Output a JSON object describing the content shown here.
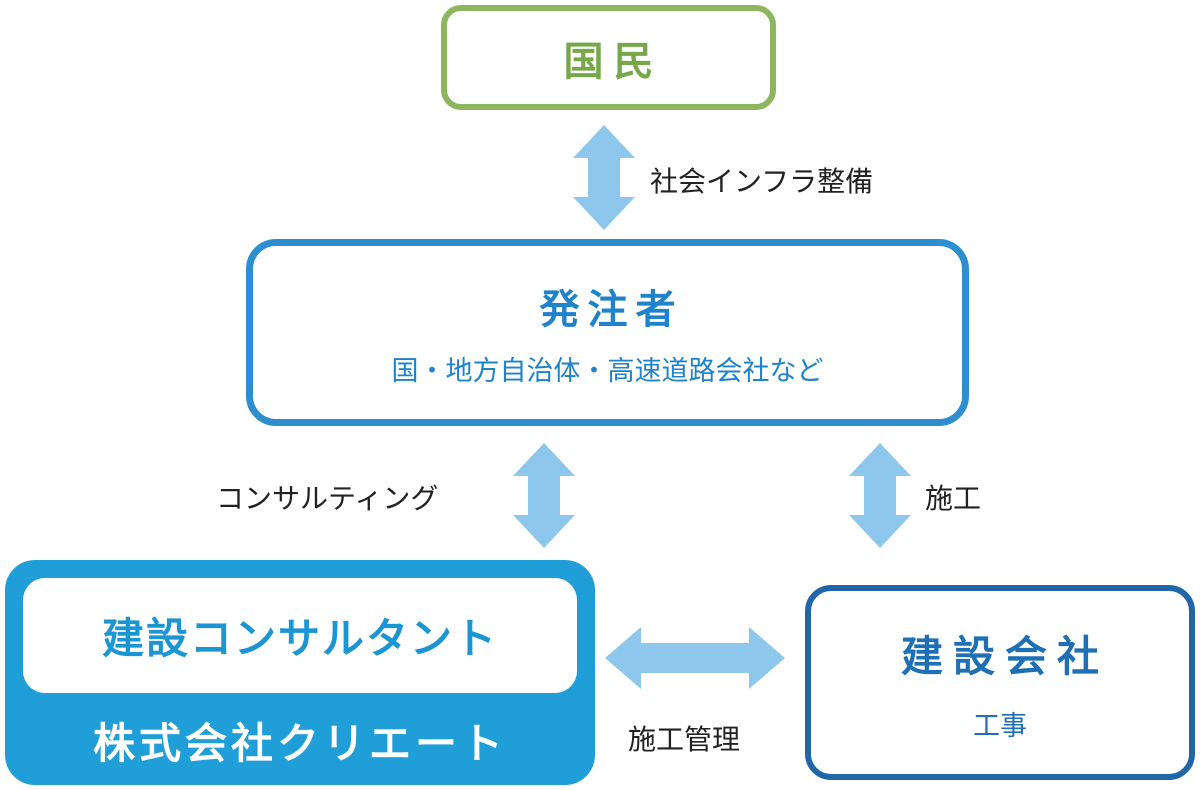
{
  "nodes": {
    "citizens": {
      "label": "国民"
    },
    "orderer": {
      "label": "発注者",
      "sublabel": "国・地方自治体・高速道路会社など"
    },
    "consultant": {
      "label": "建設コンサルタント",
      "company": "株式会社クリエート"
    },
    "contractor": {
      "label": "建設会社",
      "sublabel": "工事"
    }
  },
  "edges": {
    "infrastructure": {
      "label": "社会インフラ整備"
    },
    "consulting": {
      "label": "コンサルティング"
    },
    "construction": {
      "label": "施工"
    },
    "construction_management": {
      "label": "施工管理"
    }
  },
  "colors": {
    "citizens_border": "#8db65e",
    "orderer_border": "#2d8ed0",
    "consultant_fill": "#1f9ed8",
    "contractor_border": "#2266aa",
    "arrow": "#8dc8ec"
  }
}
